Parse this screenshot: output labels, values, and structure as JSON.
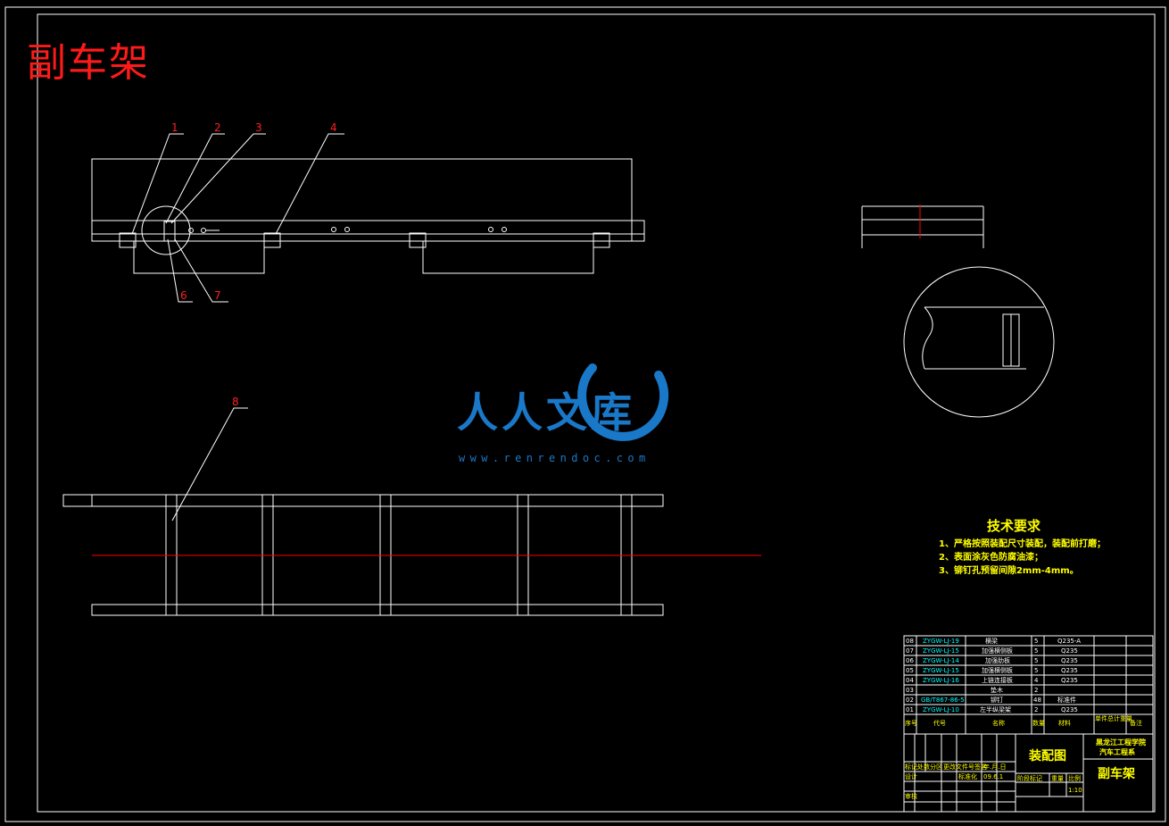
{
  "title": "副车架",
  "callouts": [
    "1",
    "2",
    "3",
    "4",
    "6",
    "7",
    "8"
  ],
  "watermark": {
    "brand": "人人文库",
    "url": "www.renrendoc.com"
  },
  "tech_requirements": {
    "heading": "技术要求",
    "lines": [
      "1、严格按照装配尺寸装配，装配前打磨；",
      "2、表面涂灰色防腐油漆；",
      "3、铆钉孔预留间隙2mm-4mm。"
    ]
  },
  "bom": {
    "rows": [
      {
        "no": "08",
        "code": "ZYGW-LJ-19",
        "name": "横梁",
        "qty": "5",
        "material": "Q235-A"
      },
      {
        "no": "07",
        "code": "ZYGW-LJ-15",
        "name": "加强横侧板",
        "qty": "5",
        "material": "Q235"
      },
      {
        "no": "06",
        "code": "ZYGW-LJ-14",
        "name": "加强肋板",
        "qty": "5",
        "material": "Q235"
      },
      {
        "no": "05",
        "code": "ZYGW-LJ-15",
        "name": "加强横侧板",
        "qty": "5",
        "material": "Q235"
      },
      {
        "no": "04",
        "code": "ZYGW-LJ-16",
        "name": "上链连接板",
        "qty": "4",
        "material": "Q235"
      },
      {
        "no": "03",
        "code": "",
        "name": "垫木",
        "qty": "2",
        "material": ""
      },
      {
        "no": "02",
        "code": "GB/T867-86-5",
        "name": "铆钉",
        "qty": "48",
        "material": "标准件"
      },
      {
        "no": "01",
        "code": "ZYGW-LJ-10",
        "name": "左半纵梁架",
        "qty": "2",
        "material": "Q235"
      }
    ],
    "header": {
      "no": "序号",
      "code": "代号",
      "name": "名称",
      "qty": "数量",
      "material": "材料",
      "weight": "单件总计重量",
      "remark": "备注"
    }
  },
  "title_block": {
    "drawing_type": "装配图",
    "school": "黑龙江工程学院",
    "dept": "汽车工程系",
    "part_name": "副车架",
    "design_label": "设计",
    "review_label": "审核",
    "std_label": "标准化",
    "date": "09.6.1",
    "stage_label": "阶段标记",
    "weight_label": "重量",
    "scale_label": "比例",
    "scale": "1:10",
    "mark_row": "标记处数分区",
    "change_doc": "更改文件号签名",
    "ymd": "年.月.日"
  },
  "colors": {
    "background": "#000000",
    "line": "#ffffff",
    "title": "#ff1a1a",
    "text": "#ffff00",
    "code": "#00ffff",
    "centerline": "#ff0000",
    "watermark": "#1a78c8"
  }
}
